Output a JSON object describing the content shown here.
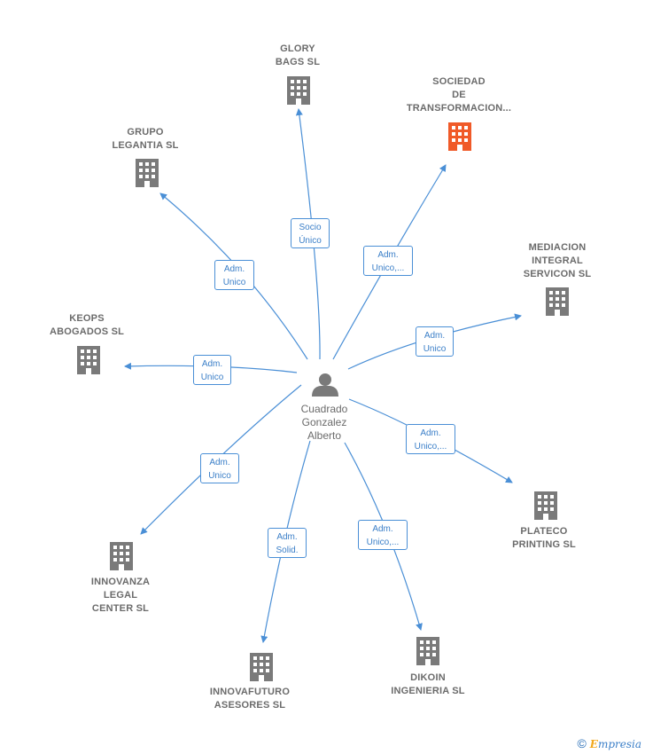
{
  "center": {
    "name": "Cuadrado\nGonzalez\nAlberto"
  },
  "companies": [
    {
      "id": "glory",
      "label": "GLORY\nBAGS  SL",
      "role": "Socio\nÚnico",
      "highlight": false
    },
    {
      "id": "sociedad",
      "label": "SOCIEDAD\nDE\nTRANSFORMACION...",
      "role": "Adm.\nUnico,...",
      "highlight": true
    },
    {
      "id": "grupo",
      "label": "GRUPO\nLEGANTIA  SL",
      "role": "Adm.\nUnico",
      "highlight": false
    },
    {
      "id": "mediacion",
      "label": "MEDIACION\nINTEGRAL\nSERVICON  SL",
      "role": "Adm.\nUnico",
      "highlight": false
    },
    {
      "id": "keops",
      "label": "KEOPS\nABOGADOS  SL",
      "role": "Adm.\nUnico",
      "highlight": false
    },
    {
      "id": "plateco",
      "label": "PLATECO\nPRINTING  SL",
      "role": "Adm.\nUnico,...",
      "highlight": false
    },
    {
      "id": "innovanza",
      "label": "INNOVANZA\nLEGAL\nCENTER  SL",
      "role": "Adm.\nUnico",
      "highlight": false
    },
    {
      "id": "innovafuturo",
      "label": "INNOVAFUTURO\nASESORES  SL",
      "role": "Adm.\nSolid.",
      "highlight": false
    },
    {
      "id": "dikoin",
      "label": "DIKOIN\nINGENIERIA SL",
      "role": "Adm.\nUnico,...",
      "highlight": false
    }
  ],
  "colors": {
    "edge": "#4a8fd6",
    "building": "#7a7a7a",
    "building_highlight": "#f05a28",
    "person": "#7a7a7a"
  },
  "footer": {
    "copyright": "©",
    "brand_initial": "E",
    "brand_rest": "mpresia"
  }
}
